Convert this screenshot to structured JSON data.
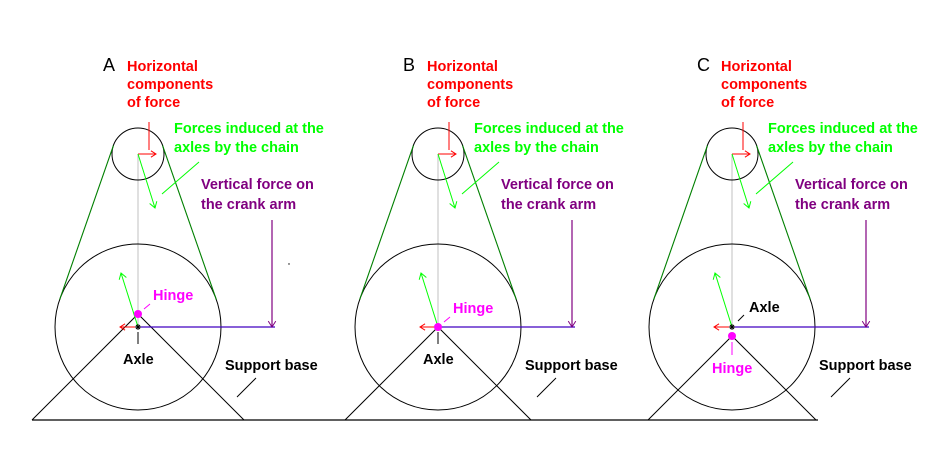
{
  "colors": {
    "background": "#ffffff",
    "outline": "#000000",
    "chain": "#008000",
    "chain_force": "#00ff00",
    "horizontal_force": "#ff0000",
    "vertical_force": "#800080",
    "crank_arm": "#4000c0",
    "hinge": "#ff00ff",
    "centre_line": "#c0c0c0",
    "support_base_label": "#000000"
  },
  "labels": {
    "horizontal_components": [
      "Horizontal",
      "components",
      "of force"
    ],
    "chain_forces": [
      "Forces induced at the",
      "axles by the chain"
    ],
    "vertical_force": [
      "Vertical force on",
      "the crank arm"
    ],
    "hinge": "Hinge",
    "axle": "Axle",
    "support_base": "Support base"
  },
  "panels": [
    {
      "id": "A",
      "letter": "A",
      "hinge_position": "above-axle",
      "axle_label_position": "below",
      "hinge_label_position": "upper-right"
    },
    {
      "id": "B",
      "letter": "B",
      "hinge_position": "at-axle",
      "axle_label_position": "below",
      "hinge_label_position": "upper-right"
    },
    {
      "id": "C",
      "letter": "C",
      "hinge_position": "below-axle",
      "axle_label_position": "upper-right",
      "hinge_label_position": "below"
    }
  ]
}
